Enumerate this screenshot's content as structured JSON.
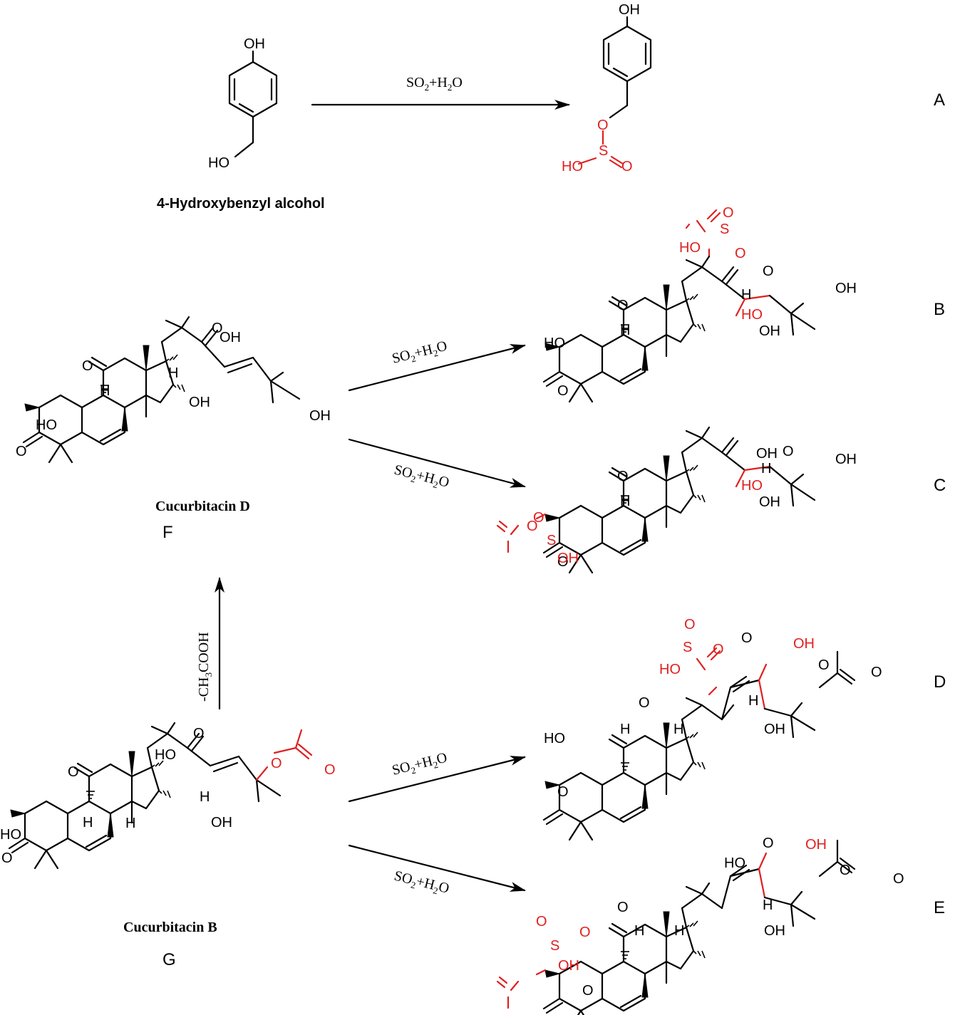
{
  "panel_labels": [
    "A",
    "B",
    "C",
    "D",
    "E",
    "F",
    "G"
  ],
  "compound_names": {
    "hydroxybenzyl": "4-Hydroxybenzyl alcohol",
    "cucurbitacin_d": "Cucurbitacin D",
    "cucurbitacin_b": "Cucurbitacin B"
  },
  "reagents": {
    "so2_part1": "SO",
    "so2_sub": "2",
    "so2_part2": "+H",
    "h2o_sub": "2",
    "h2o_part": "O",
    "deacetyl_prefix": "-CH",
    "deacetyl_sub": "3",
    "deacetyl_suffix": "COOH"
  },
  "atoms": {
    "oh": "OH",
    "ho": "HO",
    "o": "O",
    "s": "S",
    "h": "H"
  },
  "colors": {
    "ink": "#000000",
    "modification": "#e02020",
    "background": "#ffffff"
  }
}
